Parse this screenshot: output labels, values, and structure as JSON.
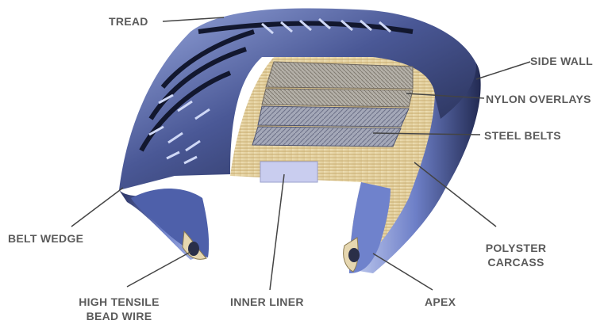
{
  "diagram": {
    "labels": {
      "tread": "TREAD",
      "side_wall": "SIDE WALL",
      "nylon_overlays": "NYLON OVERLAYS",
      "steel_belts": "STEEL BELTS",
      "belt_wedge": "BELT WEDGE",
      "polyster_carcass_line1": "POLYSTER",
      "polyster_carcass_line2": "CARCASS",
      "high_tensile_line1": "HIGH TENSILE",
      "high_tensile_line2": "BEAD WIRE",
      "inner_liner": "INNER LINER",
      "apex": "APEX"
    },
    "colors": {
      "tread_dark": "#1d2442",
      "tread_mid": "#3c4a84",
      "tread_light": "#8fa0d8",
      "carcass": "#e8d6a8",
      "belt": "#9aa0b4",
      "inner_liner": "#c8ccee",
      "label_text": "#5b5b5b",
      "leader_line": "#444444"
    }
  }
}
